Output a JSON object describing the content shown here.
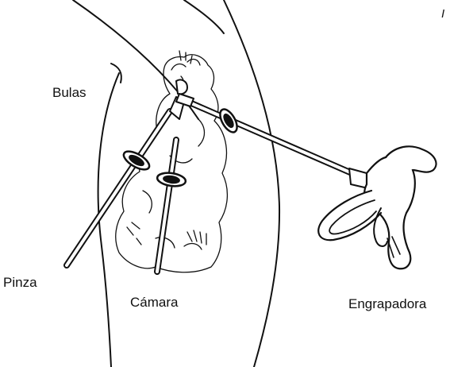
{
  "labels": {
    "bulas": "Bulas",
    "pinza": "Pinza",
    "camara": "Cámara",
    "engrapadora": "Engrapadora",
    "corner_mark": "I"
  },
  "colors": {
    "ink": "#111111",
    "background": "#ffffff"
  }
}
